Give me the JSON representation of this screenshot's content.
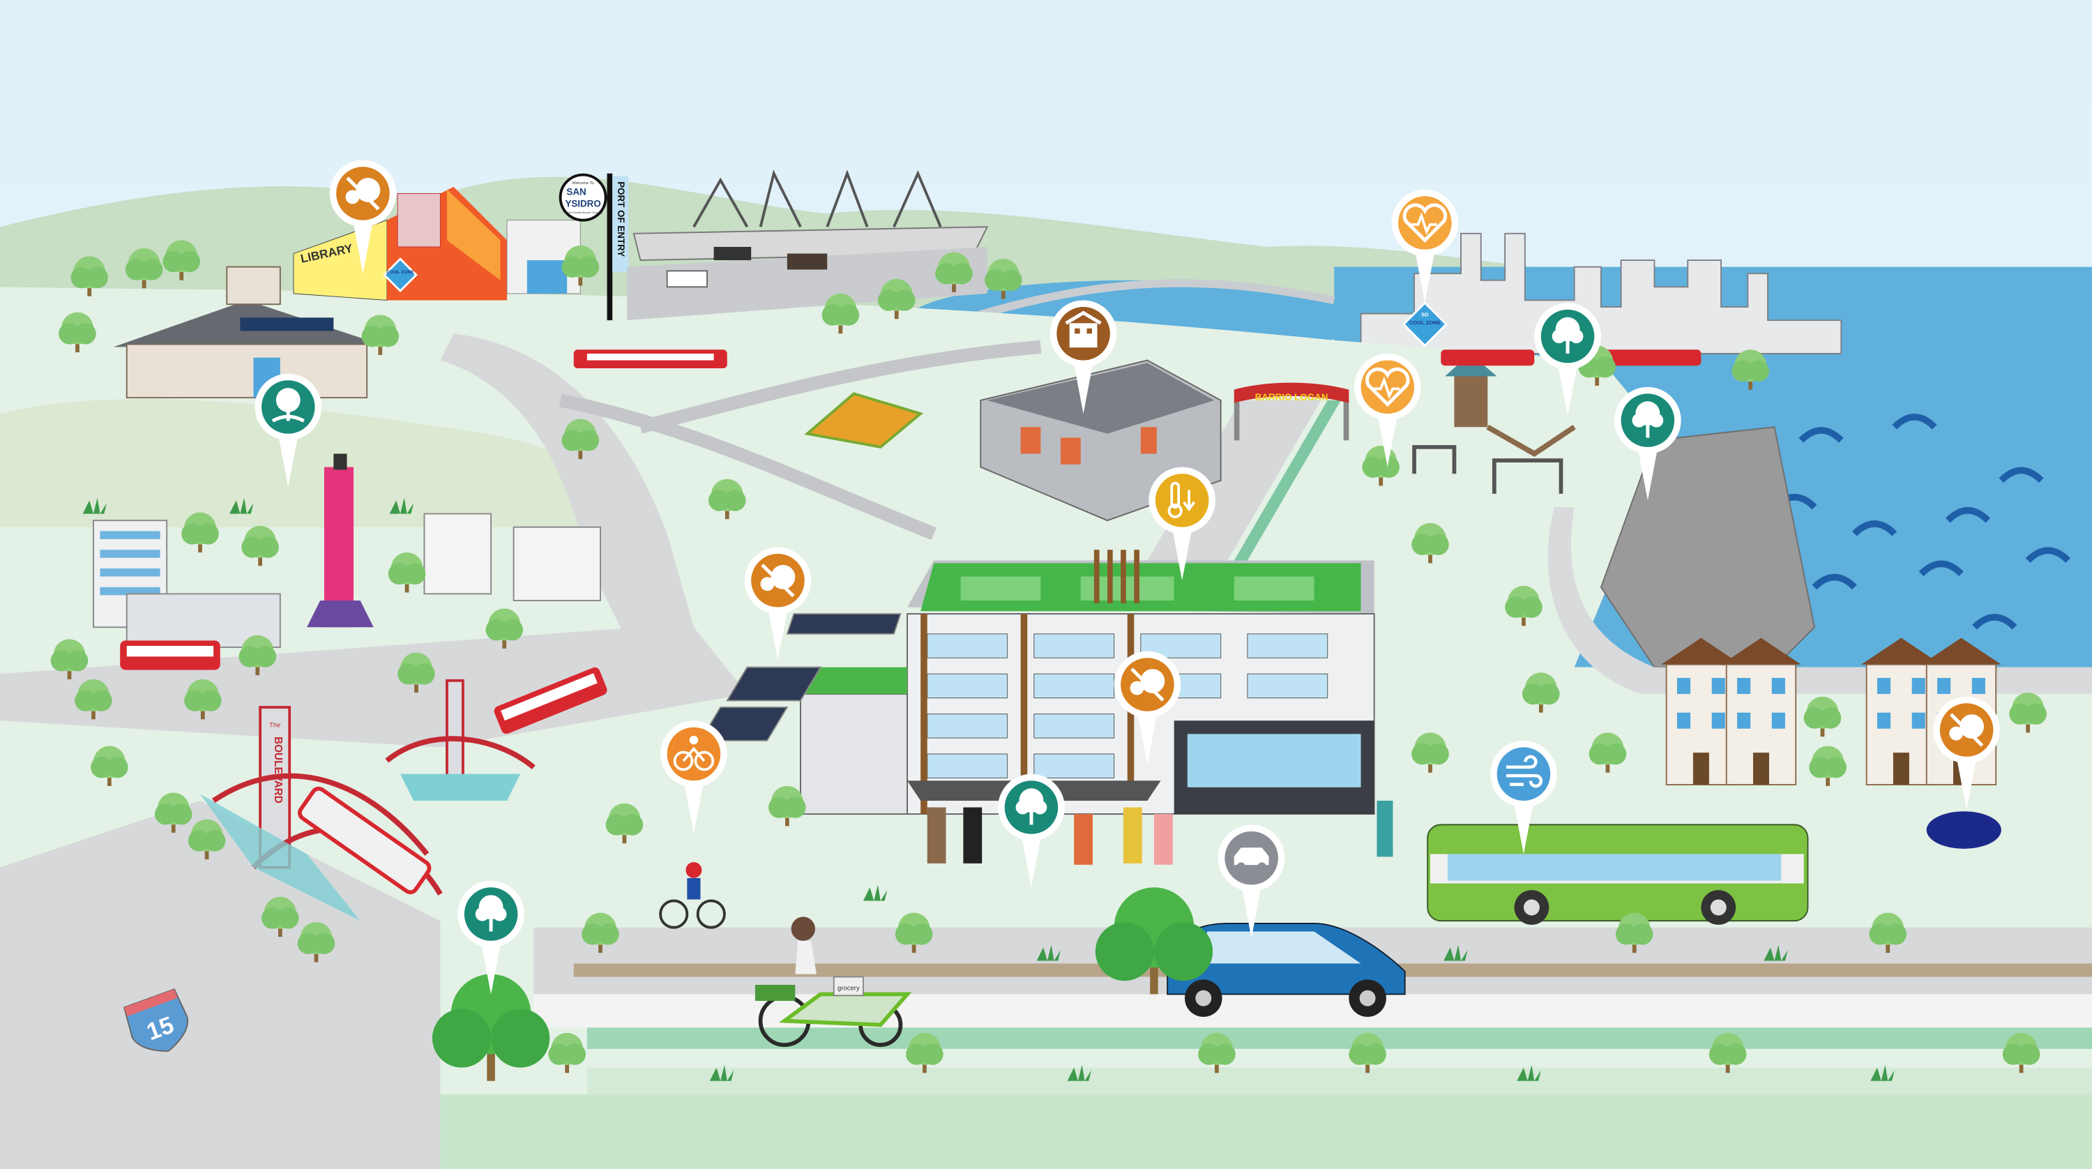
{
  "labels": {
    "library": "LIBRARY",
    "cool_zone": "COOL ZONE",
    "cool_zone_brand": "SD",
    "welcome": "Welcome To",
    "san": "SAN",
    "ysidro": "YSIDRO",
    "crossing": "\"World's Busiest Border Crossing\"",
    "port_of_entry": "PORT OF ENTRY",
    "barrio_logan": "BARRIO LOGAN",
    "boulevard_the": "The",
    "boulevard": "BOULEVARD",
    "interstate": "15",
    "grocery": "grocery"
  },
  "pins": [
    {
      "icon": "no-tree-heat-icon",
      "color": "#d9801f"
    },
    {
      "icon": "tree-hand-icon",
      "color": "#1a8a78"
    },
    {
      "icon": "heart-runner-icon",
      "color": "#f4a53b"
    },
    {
      "icon": "building-icon",
      "color": "#9a5a22"
    },
    {
      "icon": "heart-runner-icon",
      "color": "#f4a53b"
    },
    {
      "icon": "tree-icon",
      "color": "#1a8a78"
    },
    {
      "icon": "tree-icon",
      "color": "#1a8a78"
    },
    {
      "icon": "thermometer-down-icon",
      "color": "#e7ad1c"
    },
    {
      "icon": "no-tree-heat-icon",
      "color": "#d9801f"
    },
    {
      "icon": "no-tree-heat-icon",
      "color": "#d9801f"
    },
    {
      "icon": "bicycle-icon",
      "color": "#ee8a2b"
    },
    {
      "icon": "tree-icon",
      "color": "#1a8a78"
    },
    {
      "icon": "car-icon",
      "color": "#8a8d93"
    },
    {
      "icon": "wind-icon",
      "color": "#4a9fd8"
    },
    {
      "icon": "tree-icon",
      "color": "#1a8a78"
    },
    {
      "icon": "no-tree-heat-icon",
      "color": "#d9801f"
    }
  ],
  "colors": {
    "sky": "#e3f2fa",
    "water": "#5fb0dc",
    "ground": "#e4f1e6",
    "road": "#d7d8da",
    "bike_lane": "#9fd6b5",
    "tree": "#7cc56a",
    "trolley": "#d8282f",
    "bus": "#7dc242",
    "car": "#1f74b8"
  }
}
